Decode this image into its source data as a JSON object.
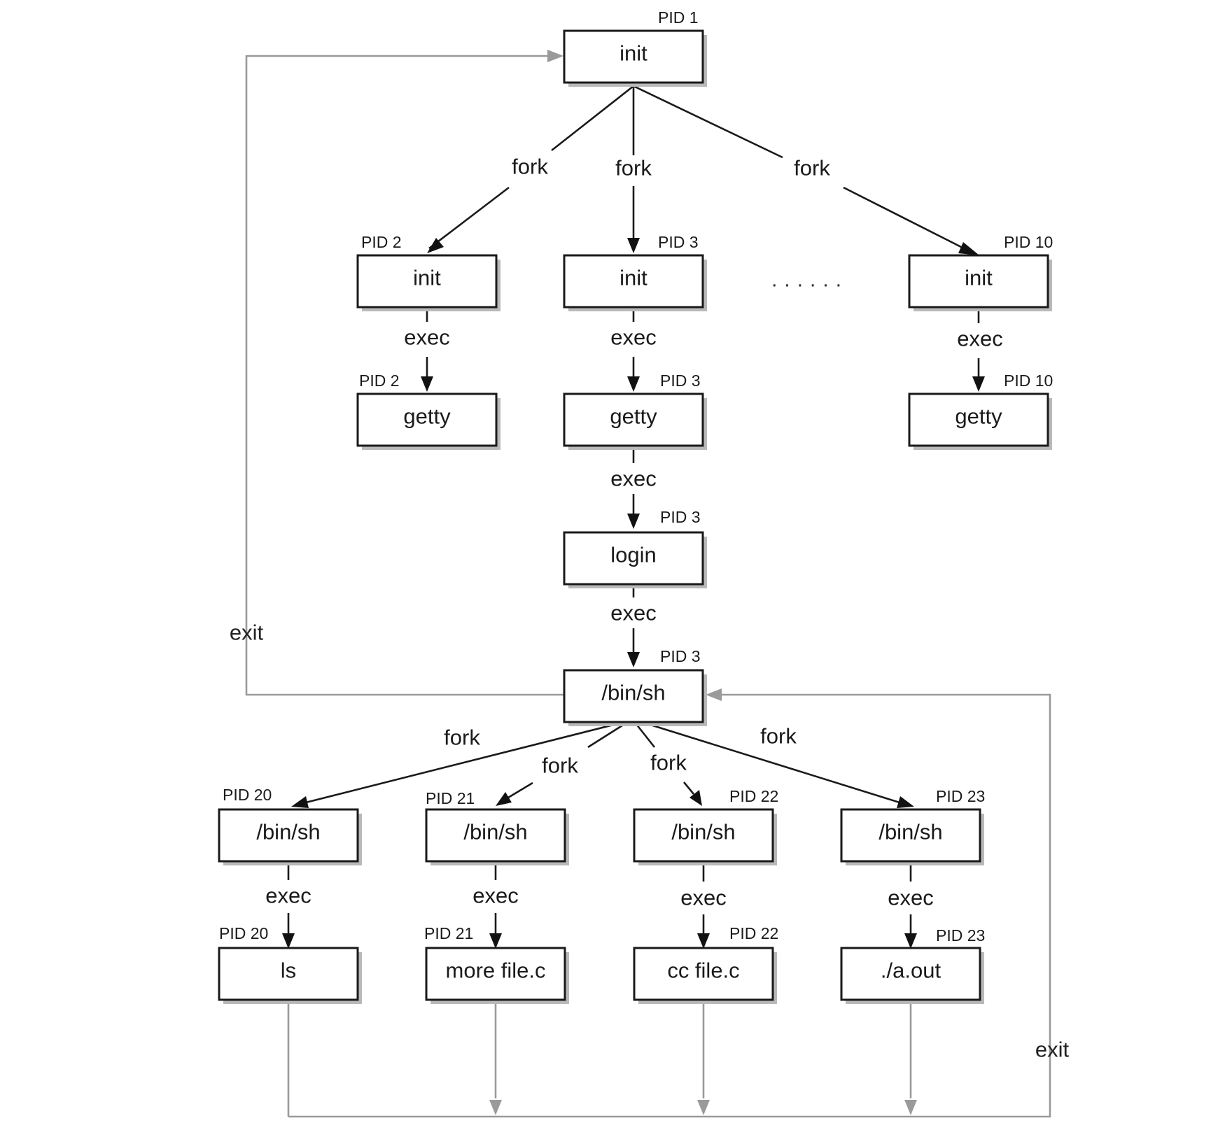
{
  "nodes": [
    {
      "id": "n-init-1",
      "label": "init",
      "pid": "PID 1"
    },
    {
      "id": "n-init-2",
      "label": "init",
      "pid": "PID 2"
    },
    {
      "id": "n-init-3",
      "label": "init",
      "pid": "PID 3"
    },
    {
      "id": "n-init-10",
      "label": "init",
      "pid": "PID 10"
    },
    {
      "id": "n-getty-2",
      "label": "getty",
      "pid": "PID 2"
    },
    {
      "id": "n-getty-3",
      "label": "getty",
      "pid": "PID 3"
    },
    {
      "id": "n-getty-10",
      "label": "getty",
      "pid": "PID 10"
    },
    {
      "id": "n-login-3",
      "label": "login",
      "pid": "PID 3"
    },
    {
      "id": "n-sh-3",
      "label": "/bin/sh",
      "pid": "PID 3"
    },
    {
      "id": "n-sh-20",
      "label": "/bin/sh",
      "pid": "PID 20"
    },
    {
      "id": "n-sh-21",
      "label": "/bin/sh",
      "pid": "PID 21"
    },
    {
      "id": "n-sh-22",
      "label": "/bin/sh",
      "pid": "PID 22"
    },
    {
      "id": "n-sh-23",
      "label": "/bin/sh",
      "pid": "PID 23"
    },
    {
      "id": "n-ls-20",
      "label": "ls",
      "pid": "PID 20"
    },
    {
      "id": "n-more-21",
      "label": "more file.c",
      "pid": "PID 21"
    },
    {
      "id": "n-cc-22",
      "label": "cc file.c",
      "pid": "PID 22"
    },
    {
      "id": "n-aout-23",
      "label": "./a.out",
      "pid": "PID 23"
    }
  ],
  "edges": [
    {
      "from": "n-init-1",
      "to": "n-init-2",
      "label": "fork"
    },
    {
      "from": "n-init-1",
      "to": "n-init-3",
      "label": "fork"
    },
    {
      "from": "n-init-1",
      "to": "n-init-10",
      "label": "fork"
    },
    {
      "from": "n-init-2",
      "to": "n-getty-2",
      "label": "exec"
    },
    {
      "from": "n-init-3",
      "to": "n-getty-3",
      "label": "exec"
    },
    {
      "from": "n-init-10",
      "to": "n-getty-10",
      "label": "exec"
    },
    {
      "from": "n-getty-3",
      "to": "n-login-3",
      "label": "exec"
    },
    {
      "from": "n-login-3",
      "to": "n-sh-3",
      "label": "exec"
    },
    {
      "from": "n-sh-3",
      "to": "n-sh-20",
      "label": "fork"
    },
    {
      "from": "n-sh-3",
      "to": "n-sh-21",
      "label": "fork"
    },
    {
      "from": "n-sh-3",
      "to": "n-sh-22",
      "label": "fork"
    },
    {
      "from": "n-sh-3",
      "to": "n-sh-23",
      "label": "fork"
    },
    {
      "from": "n-sh-20",
      "to": "n-ls-20",
      "label": "exec"
    },
    {
      "from": "n-sh-21",
      "to": "n-more-21",
      "label": "exec"
    },
    {
      "from": "n-sh-22",
      "to": "n-cc-22",
      "label": "exec"
    },
    {
      "from": "n-sh-23",
      "to": "n-aout-23",
      "label": "exec"
    },
    {
      "from": "n-sh-3",
      "to": "n-init-1",
      "label": "exit"
    },
    {
      "from": "children",
      "to": "n-sh-3",
      "label": "exit"
    }
  ],
  "ellipsis": "· · · · · ·"
}
